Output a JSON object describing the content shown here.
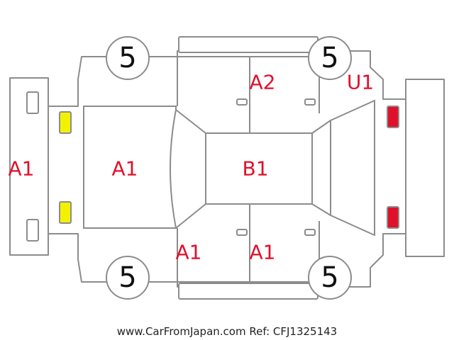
{
  "tires": {
    "front_left": "5",
    "front_right": "5",
    "rear_left": "5",
    "rear_right": "5"
  },
  "damage_codes": {
    "front_bumper": "A1",
    "hood": "A1",
    "roof": "B1",
    "upper_door": "A2",
    "rear_upper": "U1",
    "lower_front_door": "A1",
    "lower_rear_door": "A1"
  },
  "colors": {
    "outline": "#8c8c8c",
    "damage_text": "#e0102a",
    "headlight": "#f2f200",
    "taillight": "#e0102a"
  },
  "footer": {
    "text": "www.CarFromJapan.com Ref: CFJ1325143"
  }
}
